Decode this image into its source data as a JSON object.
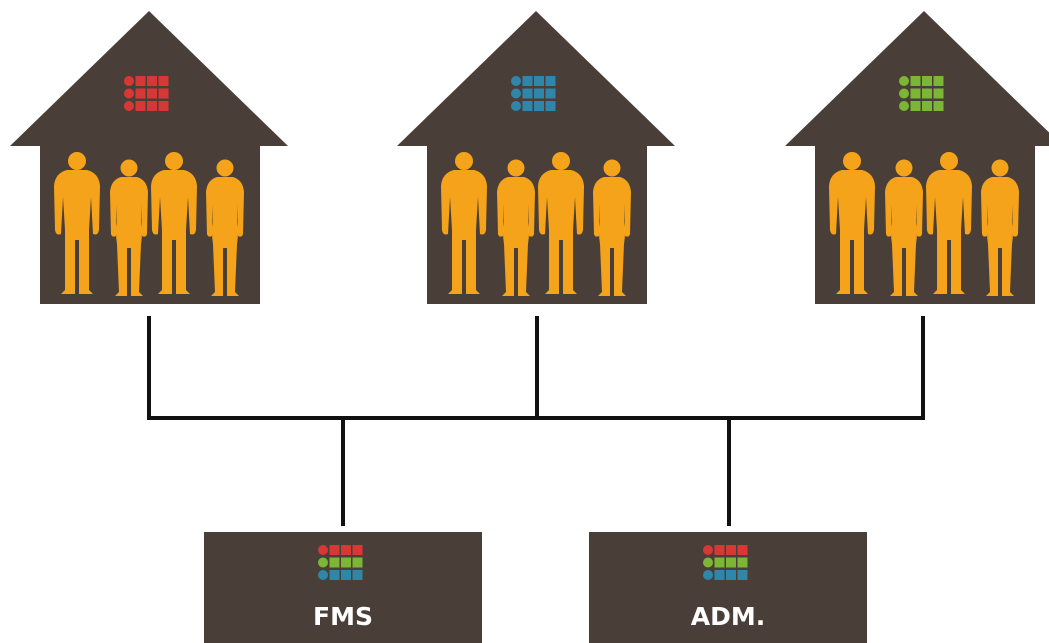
{
  "colors": {
    "building": "#4a3f38",
    "person": "#f5a31a",
    "red": "#d93636",
    "blue": "#2f86ab",
    "green": "#7cb634",
    "connector": "#111111"
  },
  "houses": [
    {
      "icon": "grid-icon",
      "grid_rows": [
        "red",
        "red",
        "red"
      ]
    },
    {
      "icon": "grid-icon",
      "grid_rows": [
        "blue",
        "blue",
        "blue"
      ]
    },
    {
      "icon": "grid-icon",
      "grid_rows": [
        "green",
        "green",
        "green"
      ]
    }
  ],
  "boxes": [
    {
      "label": "FMS",
      "icon": "grid-icon",
      "grid_rows": [
        "red",
        "green",
        "blue"
      ]
    },
    {
      "label": "ADM.",
      "icon": "grid-icon",
      "grid_rows": [
        "red",
        "green",
        "blue"
      ]
    }
  ]
}
